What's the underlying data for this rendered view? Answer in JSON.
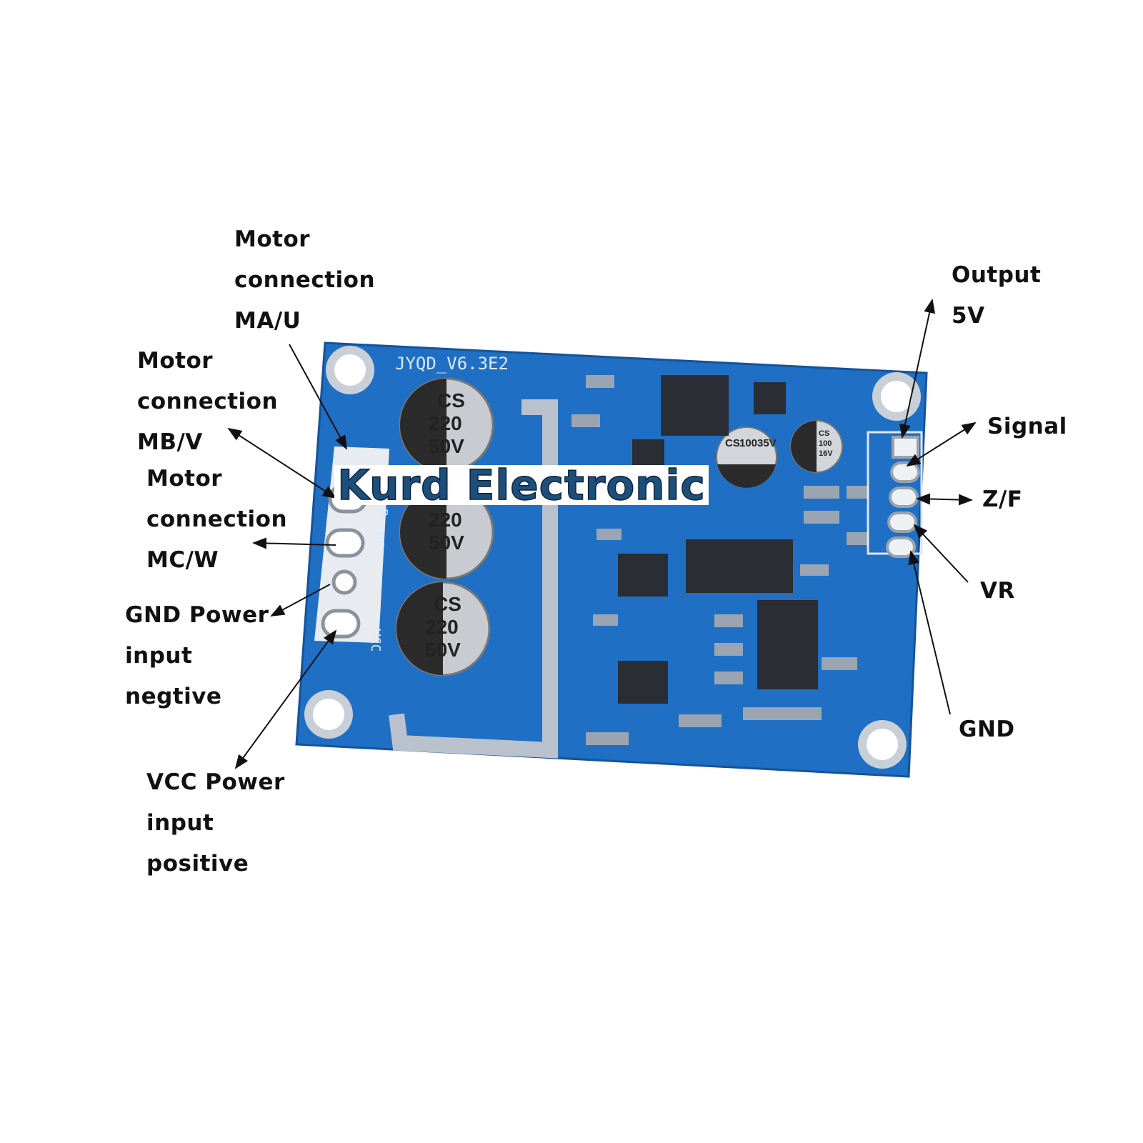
{
  "board": {
    "model_label": "JYQD_V6.3E2",
    "watermark": "Kurd Electronic",
    "capacitors": [
      {
        "lines": [
          "CS",
          "220",
          "50V"
        ]
      },
      {
        "lines": [
          "220",
          "50V"
        ]
      },
      {
        "lines": [
          "CS",
          "220",
          "50V"
        ]
      },
      {
        "lines": [
          "CS",
          "100",
          "35V"
        ]
      },
      {
        "lines": [
          "CS",
          "100",
          "16V"
        ]
      }
    ],
    "terminal_marks": [
      "B",
      "MC",
      "VCC"
    ],
    "colors": {
      "pcb": "#1f6fc4",
      "pcb_dark": "#15539a",
      "background": "#ffffff",
      "text": "#111111",
      "watermark": "#1d4f7a"
    }
  },
  "labels": {
    "ma_u": [
      "Motor",
      "connection",
      "MA/U"
    ],
    "mb_v": [
      "Motor",
      "connection",
      "MB/V"
    ],
    "mc_w": [
      "Motor",
      "connection",
      "MC/W"
    ],
    "gnd_power": [
      "GND Power",
      "input",
      "negtive"
    ],
    "vcc_power": [
      "VCC Power",
      "input",
      "positive"
    ],
    "output_5v": [
      "Output",
      "5V"
    ],
    "signal": "Signal",
    "zf": "Z/F",
    "vr": "VR",
    "gnd": "GND"
  }
}
